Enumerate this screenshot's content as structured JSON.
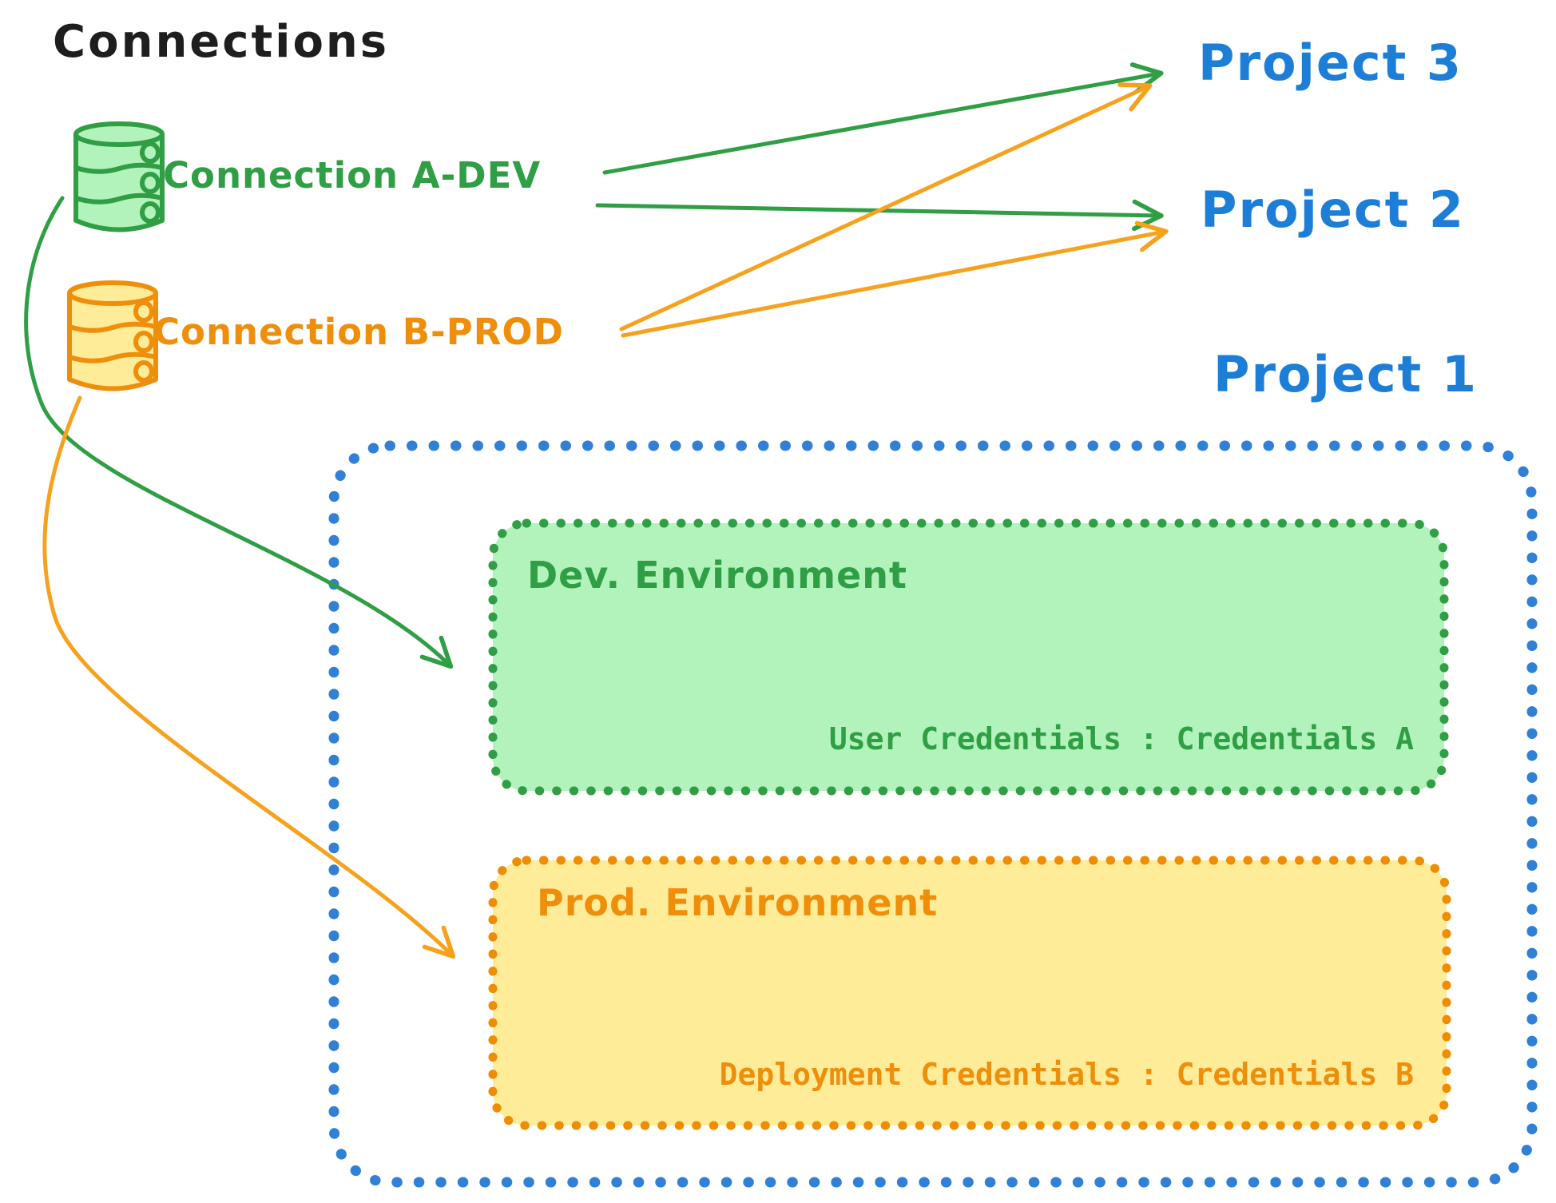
{
  "diagram": {
    "title": "Connections",
    "connections": [
      {
        "name": "Connection A-DEV",
        "icon": "database-icon",
        "color": "#2f9e44"
      },
      {
        "name": "Connection B-PROD",
        "icon": "database-icon",
        "color": "#f08c00"
      }
    ],
    "projects": [
      {
        "name": "Project 3"
      },
      {
        "name": "Project 2"
      },
      {
        "name": "Project 1"
      }
    ],
    "project1_environments": [
      {
        "title": "Dev. Environment",
        "credentials": "User Credentials : Credentials A",
        "border_color": "#2f9e44",
        "fill_color": "#b2f2bb"
      },
      {
        "title": "Prod. Environment",
        "credentials": "Deployment Credentials : Credentials B",
        "border_color": "#f08c00",
        "fill_color": "#ffec99"
      }
    ],
    "arrows": [
      {
        "from": "Connection A-DEV",
        "to": "Project 3",
        "color": "#2f9e44",
        "style": "straight"
      },
      {
        "from": "Connection A-DEV",
        "to": "Project 2",
        "color": "#2f9e44",
        "style": "straight"
      },
      {
        "from": "Connection B-PROD",
        "to": "Project 3",
        "color": "#f6a21d",
        "style": "straight"
      },
      {
        "from": "Connection B-PROD",
        "to": "Project 2",
        "color": "#f6a21d",
        "style": "straight"
      },
      {
        "from": "Connection A-DEV",
        "to": "Dev. Environment",
        "color": "#2f9e44",
        "style": "curved"
      },
      {
        "from": "Connection B-PROD",
        "to": "Prod. Environment",
        "color": "#f6a21d",
        "style": "curved"
      }
    ],
    "colors": {
      "title": "#1e1e1e",
      "project_blue": "#1c7ed6",
      "green": "#2f9e44",
      "green_fill": "#b2f2bb",
      "orange": "#f08c00",
      "orange_fill": "#ffec99",
      "orange_arrow": "#f6a21d",
      "blue_border": "#2f80d6"
    }
  }
}
